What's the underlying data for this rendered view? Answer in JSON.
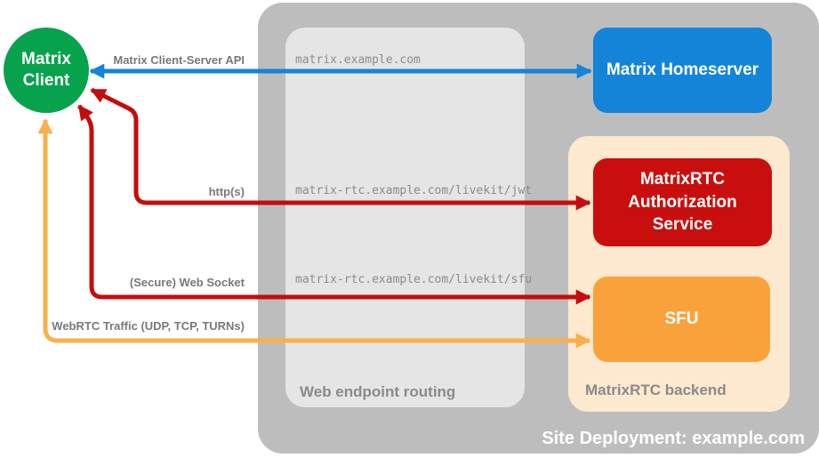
{
  "page": {
    "background_color": "#ffffff"
  },
  "client_node": {
    "label_line1": "Matrix",
    "label_line2": "Client",
    "color": "#07a24c"
  },
  "homeserver_node": {
    "label": "Matrix Homeserver",
    "color": "#1484d8"
  },
  "auth_node": {
    "label": "MatrixRTC Authorization Service",
    "color": "#c90f0e"
  },
  "sfu_node": {
    "label": "SFU",
    "color": "#f9a23b"
  },
  "site_container": {
    "label": "Site Deployment: example.com",
    "color": "#bdbdbd"
  },
  "routing_container": {
    "label": "Web endpoint routing",
    "color": "#e5e5e5"
  },
  "backend_container": {
    "label": "MatrixRTC backend",
    "color": "#fde8d0"
  },
  "routes": {
    "cs_api": {
      "protocol": "Matrix Client-Server API",
      "endpoint": "matrix.example.com",
      "color": "#1484d8",
      "from": "Matrix Client",
      "to": "Matrix Homeserver"
    },
    "auth": {
      "protocol": "http(s)",
      "endpoint": "matrix-rtc.example.com/livekit/jwt",
      "color": "#c40d0d",
      "from": "Matrix Client",
      "to": "MatrixRTC Authorization Service"
    },
    "ws": {
      "protocol": "(Secure) Web Socket",
      "endpoint": "matrix-rtc.example.com/livekit/sfu",
      "color": "#c40d0d",
      "from": "Matrix Client",
      "to": "SFU"
    },
    "webrtc": {
      "protocol": "WebRTC Traffic (UDP, TCP, TURNs)",
      "color": "#f9b04a",
      "from": "Matrix Client",
      "to": "SFU"
    }
  }
}
